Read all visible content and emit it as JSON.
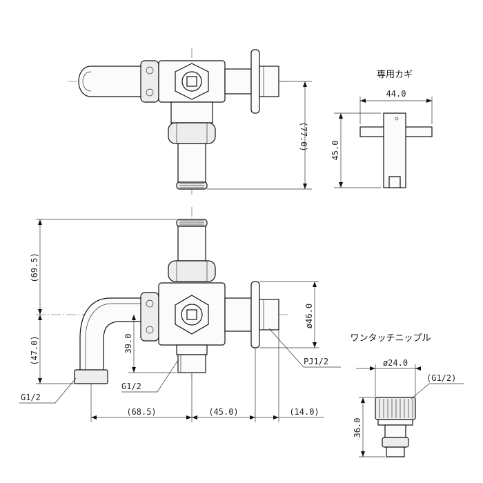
{
  "labels": {
    "key_title": "専用カギ",
    "nipple_title": "ワンタッチニップル",
    "thread_outlet": "G1/2",
    "thread_inlet": "G1/2",
    "thread_pj": "PJ1/2",
    "thread_nipple": "(G1/2)"
  },
  "dimensions": {
    "top_height": "(77.0)",
    "key_width": "44.0",
    "key_height": "45.0",
    "front_upper": "(69.5)",
    "front_lower": "(47.0)",
    "inlet_height": "39.0",
    "flange_dia": "ø46.0",
    "spout_len": "(68.5)",
    "body_len": "(45.0)",
    "flange_len": "(14.0)",
    "nipple_dia": "ø24.0",
    "nipple_height": "36.0"
  }
}
